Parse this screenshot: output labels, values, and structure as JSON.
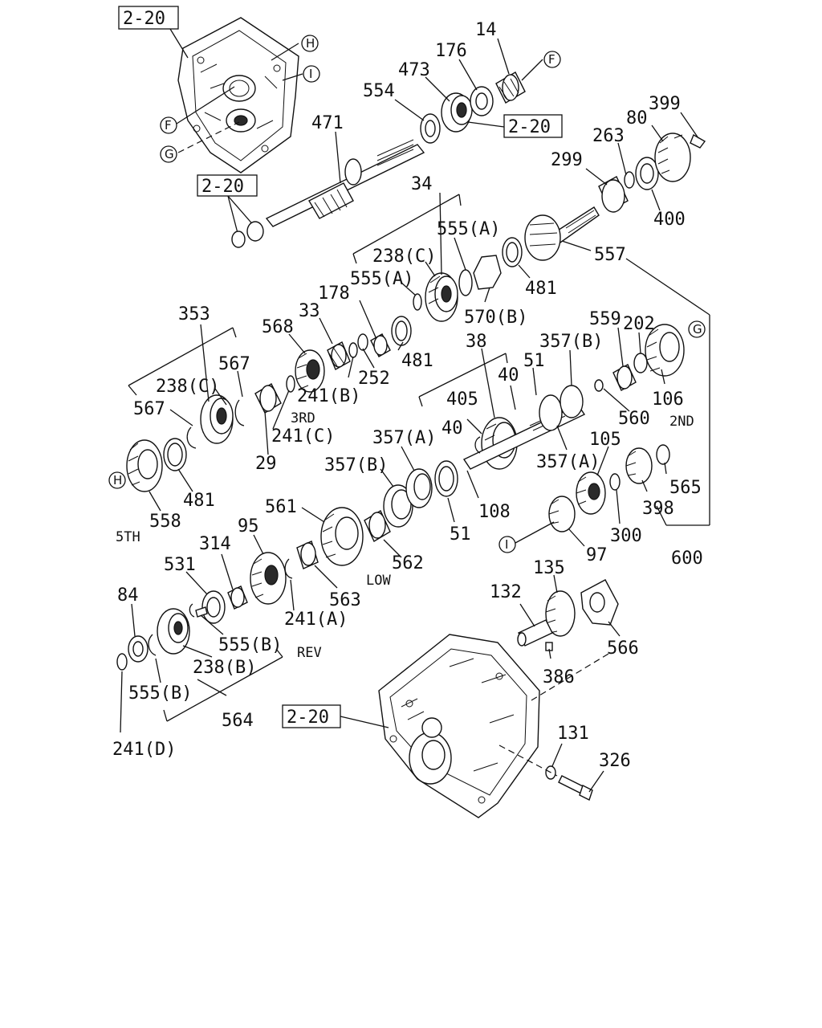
{
  "ref_box_text": "2-20",
  "markers": {
    "F": "F",
    "G": "G",
    "H": "H",
    "I": "I"
  },
  "callouts": {
    "p14": "14",
    "p176": "176",
    "p473": "473",
    "p554": "554",
    "p471": "471",
    "p399": "399",
    "p80": "80",
    "p263": "263",
    "p299": "299",
    "p400": "400",
    "p34": "34",
    "p555A_1": "555(A)",
    "p238C_1": "238(C)",
    "p555A_2": "555(A)",
    "p557": "557",
    "p481_1": "481",
    "p570B": "570(B)",
    "p178": "178",
    "p33": "33",
    "p568": "568",
    "p353": "353",
    "p567_1": "567",
    "p481_2": "481",
    "p252": "252",
    "p241B": "241(B)",
    "p238C_2": "238(C)",
    "p567_2": "567",
    "p241C": "241(C)",
    "p29": "29",
    "p481_3": "481",
    "p558": "558",
    "p38": "38",
    "p357B_1": "357(B)",
    "p559": "559",
    "p202": "202",
    "p51_1": "51",
    "p40_1": "40",
    "p405": "405",
    "p40_2": "40",
    "p357A_1": "357(A)",
    "p357A_2": "357(A)",
    "p560": "560",
    "p106": "106",
    "p105": "105",
    "p108": "108",
    "p357B_2": "357(B)",
    "p51_2": "51",
    "p561": "561",
    "p562": "562",
    "p95": "95",
    "p563": "563",
    "p314": "314",
    "p531": "531",
    "p241A": "241(A)",
    "p84": "84",
    "p555B_1": "555(B)",
    "p238B": "238(B)",
    "p555B_2": "555(B)",
    "p564": "564",
    "p241D": "241(D)",
    "p565": "565",
    "p398": "398",
    "p300": "300",
    "p97": "97",
    "p600": "600",
    "p135": "135",
    "p132": "132",
    "p566": "566",
    "p386": "386",
    "p131": "131",
    "p326": "326"
  },
  "gear_labels": {
    "g3rd": "3RD",
    "g2nd": "2ND",
    "g5th": "5TH",
    "low": "LOW",
    "rev": "REV"
  }
}
